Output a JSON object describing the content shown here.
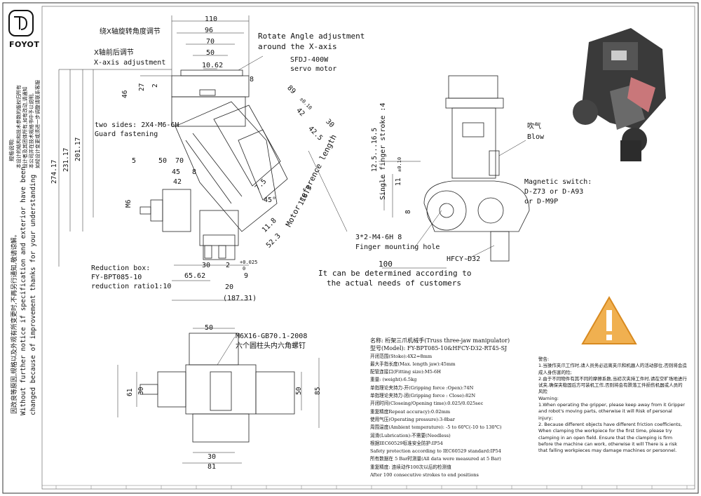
{
  "brand": {
    "name": "FOYOT"
  },
  "side_notes": {
    "cn_note_title": "规格说明:",
    "cn_note_lines": [
      "本设计的结构和技术参数的版权归所有",
      "设计者及其团体所有,如有改动,请通知",
      "本公司并在技术规格书中予以说明,",
      "如经设计变更或须进一步调整请联系客服"
    ],
    "cn_change": "因改良等原因,规格以及外观有所变更时,不再另行通知,敬请谅解。",
    "en_change_1": "Without further notice if specification and exterior have been",
    "en_change_2": "changed because of improvement thanks for your understanding"
  },
  "front_view": {
    "dims_top": [
      "110",
      "96",
      "70",
      "50",
      "10.62"
    ],
    "dims_left": [
      "274.17",
      "231.17",
      "201.17",
      "46",
      "27",
      "2"
    ],
    "dims_middle": [
      "5",
      "50",
      "70",
      "45",
      "8",
      "42",
      "M6",
      "8"
    ],
    "dims_bottom": [
      "30",
      "2",
      "65.62",
      "9",
      "20",
      "(187.31)"
    ],
    "dims_angle": [
      "89",
      "±0.10",
      "42",
      "42.5",
      "30",
      "7.5",
      "45°",
      "11.8",
      "52.3",
      "118.3",
      "+0.025",
      "0"
    ],
    "label_x_rotate_cn": "绕X轴旋转角度调节",
    "label_x_rotate_en_1": "Rotate Angle adjustment",
    "label_x_rotate_en_2": "around the X-axis",
    "label_x_axis_cn": "X轴前后调节",
    "label_x_axis_en": "X-axis adjustment",
    "label_servo_1": "SFDJ-400W",
    "label_servo_2": "servo motor",
    "label_guard_1": "two sides: 2X4-M6-6H",
    "label_guard_2": "Guard fastening",
    "label_motor_ref": "Motor reference length",
    "label_reducer_1": "Reduction box:",
    "label_reducer_2": "FY-BPT085-10",
    "label_reducer_3": "reduction ratio1:10"
  },
  "side_view": {
    "label_stroke": "Single finger stroke :4",
    "dims": [
      "12.5...16.5",
      "11",
      "±0.10",
      "8",
      "100"
    ],
    "label_blow_cn": "吹气",
    "label_blow_en": "Blow",
    "label_switch_1": "Magnetic switch:",
    "label_switch_2": "D-Z73 or D-A93",
    "label_switch_3": "or D-M9P",
    "label_finger_1": "3*2-M4-6H 8",
    "label_finger_2": "Finger mounting hole",
    "label_hfcy": "HFCY-D32",
    "label_determine_1": "It can be determined according to",
    "label_determine_2": "the actual needs of customers"
  },
  "top_view": {
    "label_bolt_1": "M6X16-GB70.1-2008",
    "label_bolt_2": "六个圆柱头内六角螺钉",
    "dims": [
      "50",
      "61",
      "30",
      "50",
      "85",
      "30",
      "81"
    ]
  },
  "spec_table": {
    "title": "名称: 桁架三爪机械手(Truss three-jaw manipulator)",
    "model": "型号(Model): FY-BPT085-10&HFCY-D32-RT45-SJ",
    "lines": [
      "开闭范围(Stoke):4X2=8mm",
      "最大手指长度(Max. length jaw):45mm",
      "配管连接口(Fitting size):M5-6H",
      "重量: (weight):6.5kg",
      "单指理论夹持力-开(Gripping force :Open):74N",
      "单指理论夹持力-闭(Gripping force : Close):82N",
      "开闭时间(Closeing/Opening time):0.025/0.025sec",
      "重复精度Repeat accuracy):0.02mm",
      "使用气压(Operating pressure):3-8bar",
      "周围温度(Ambient temperature): -5 to 60℃(-10 to 130℃)",
      "润滑(Lubrication):不需要(Needless)",
      "根据IEC60529标准安全防护:IP54",
      "Safety protection according to IEC60529 standard:IP54",
      "所有数据在 5 Bar时测量(All data were measured at  5 Bar)",
      "重复精度: 连续动作100次以后的检测值",
      "After 100 consecutive strokes to end positions"
    ]
  },
  "warning": {
    "title_cn": "警告:",
    "line1_cn": "1.当操作夹爪工作时,请人员务必远离夹爪和机器人的活动部位,否则将会造成人身伤害的险;",
    "line2_cn": "2.由于不同物件有其不同的摩擦系数,当初次夹持工件时,请在空旷场地进行试夹,确保夹稳固后方可装机工作,否则将会有跌落工件损伤机器或人员的风险",
    "title_en": "Warning:",
    "line1_en": "1.When operating the gripper, please keep away from it Gripper and robot's moving parts, otherwise it will Risk of personal injury;",
    "line2_en": "2. Because different objects have different friction coefficients, When clamping the workpiece for the first time, please try clamping in an open field. Ensure that the clamping is firm before the machine can work, otherwise it will There is a risk that falling workpieces may damage machines or personnel.",
    "icon": "warning-triangle-icon",
    "icon_color": "#f0b050"
  }
}
